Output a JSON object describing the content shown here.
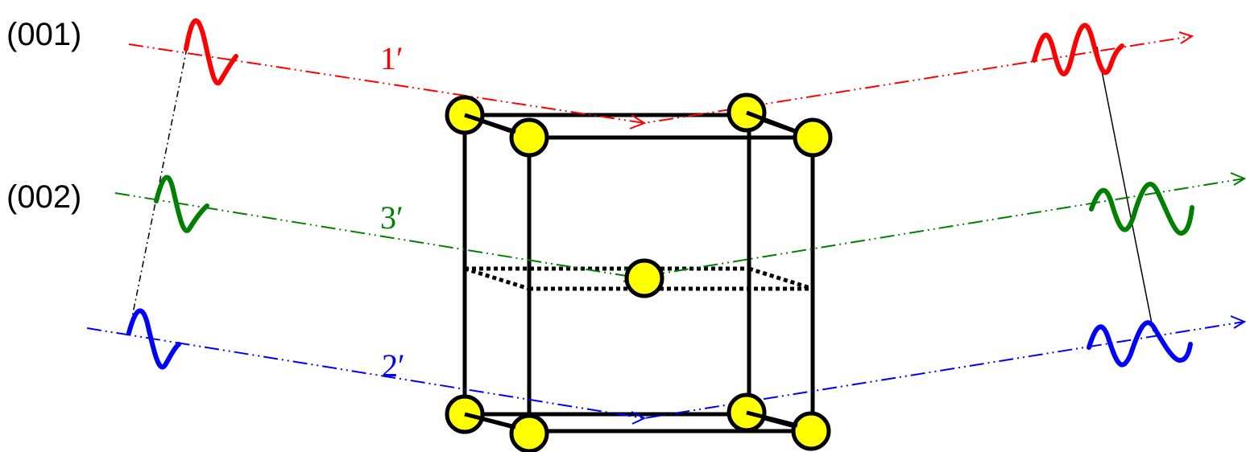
{
  "plane_labels": {
    "p001": "(001)",
    "p002": "(002)"
  },
  "ray_labels": {
    "ray1": "1′",
    "ray2": "2′",
    "ray3": "3′"
  },
  "colors": {
    "ray1": "#ff0000",
    "ray2": "#0000ff",
    "ray3": "#008000",
    "atom_fill": "#ffff00",
    "lines": "#000000"
  }
}
